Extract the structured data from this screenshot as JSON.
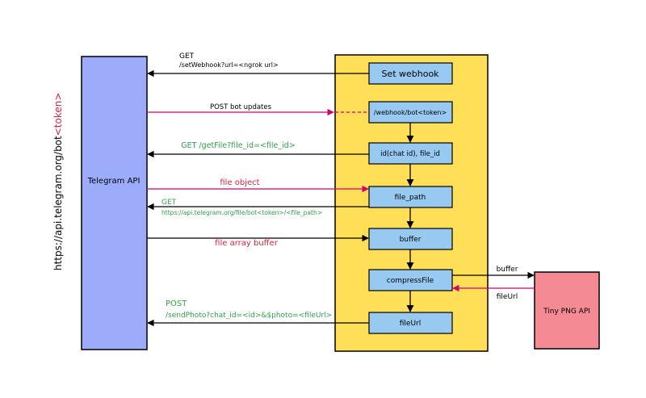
{
  "vertical_url": {
    "prefix": "https://api.telegram.org/bot",
    "token": "<token>"
  },
  "nodes": {
    "telegram": "Telegram API",
    "tinypng": "Tiny PNG API",
    "set_webhook": "Set webhook",
    "webhook": "/webhook/bot<token>",
    "idfile": "id(chat id), file_id",
    "file_path": "file_path",
    "buffer": "buffer",
    "compress": "compressFile",
    "fileurl": "fileUrl"
  },
  "edges": {
    "get_webhook": {
      "line1": "GET",
      "line2": "/setWebhook?url=<ngrok url>"
    },
    "post_updates": "POST bot updates",
    "get_file": "GET /getFile?file_id=<file_id>",
    "file_object": "file object",
    "get_path": {
      "line1": "GET",
      "line2": "https://api.telegram.org/file/bot<token>/<file_path>"
    },
    "file_array": "file array buffer",
    "tiny_buffer": "buffer",
    "tiny_fileurl": "fileUrl",
    "send_photo": {
      "line1": "POST",
      "line2": "/sendPhoto?chat_id=<id>&$photo=<fileUrl>"
    }
  },
  "colors": {
    "telegram_fill": "#9dabfb",
    "server_fill": "#ffdf57",
    "step_fill": "#98c9f0",
    "tinypng_fill": "#f48a93",
    "magenta": "#d4006f",
    "green": "#2fa14a",
    "red": "#e01f3a",
    "dark": "#000000"
  }
}
